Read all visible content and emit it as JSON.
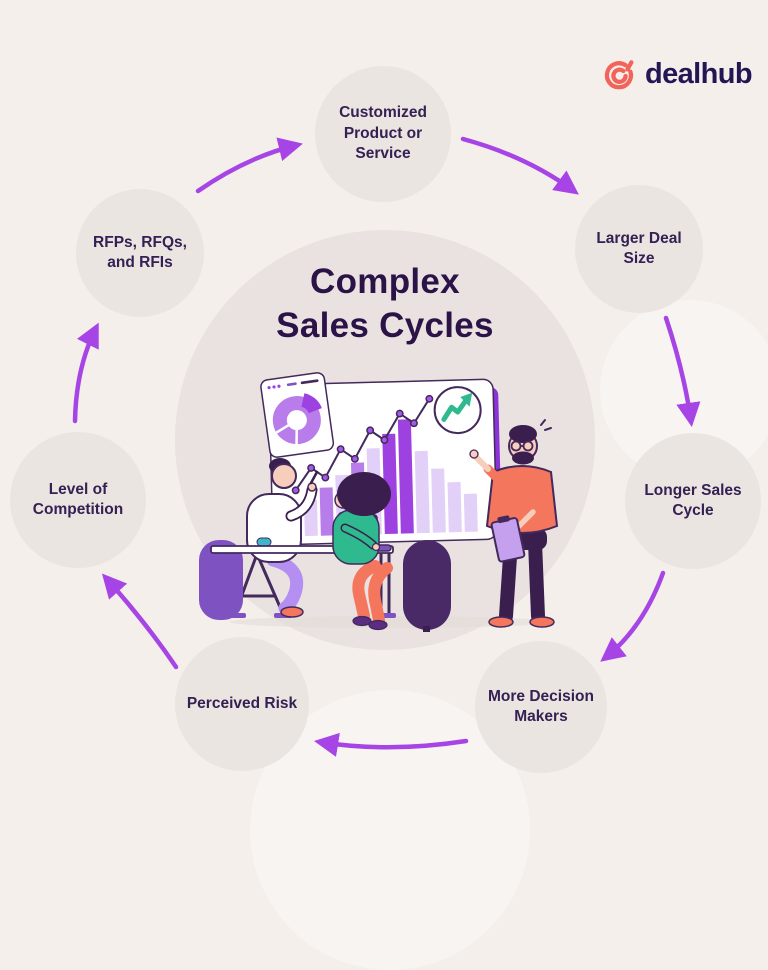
{
  "brand": {
    "name": "dealhub",
    "logo_icon": "dealhub-spiral-d-icon",
    "colors": {
      "icon": "#f2635a",
      "wordmark": "#241654"
    }
  },
  "diagram": {
    "title": "Complex\nSales Cycles",
    "flow": "clockwise",
    "nodes": [
      {
        "id": "customized-product-or-service",
        "label": "Customized\nProduct or\nService"
      },
      {
        "id": "larger-deal-size",
        "label": "Larger Deal\nSize"
      },
      {
        "id": "longer-sales-cycle",
        "label": "Longer Sales\nCycle"
      },
      {
        "id": "more-decision-makers",
        "label": "More Decision\nMakers"
      },
      {
        "id": "perceived-risk",
        "label": "Perceived Risk"
      },
      {
        "id": "level-of-competition",
        "label": "Level of\nCompetition"
      },
      {
        "id": "rfps-rfqs-rfis",
        "label": "RFPs, RFQs,\nand RFIs"
      }
    ],
    "colors": {
      "background": "#f4efeb",
      "node_fill": "#ebe5e2",
      "center_fill": "#e9e2e0",
      "arrow": "#a744e6",
      "title_text": "#2c1347",
      "node_text": "#342052"
    }
  },
  "illustration": {
    "colors": {
      "bar_vivid": "#9d41e0",
      "bar_mid": "#b97ceb",
      "bar_light": "#e3d0f8",
      "outline": "#43295c",
      "trend_green": "#2eb98e",
      "coral": "#f4765d",
      "skin": "#f7cdbb",
      "dark_purple": "#3a1f4e",
      "chair_purple": "#7e52c0"
    }
  }
}
